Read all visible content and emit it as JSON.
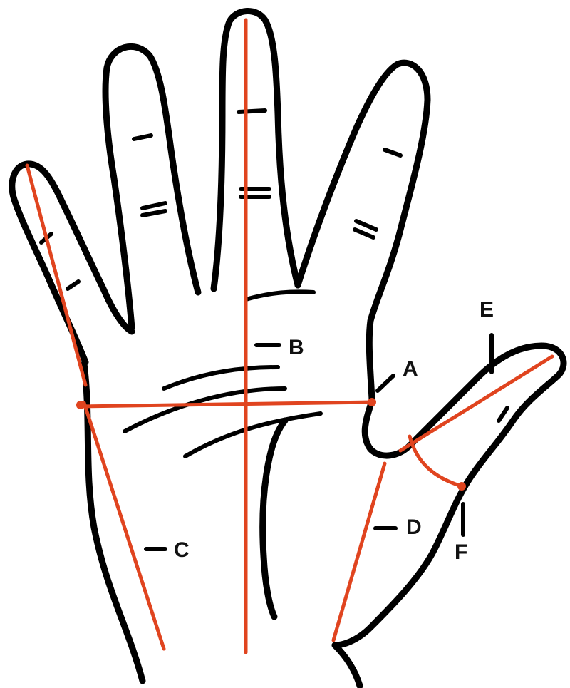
{
  "colors": {
    "outline": "#000000",
    "measure": "#e0441f",
    "background": "#ffffff"
  },
  "labels": {
    "a": "A",
    "b": "B",
    "c": "C",
    "d": "D",
    "e": "E",
    "f": "F"
  }
}
